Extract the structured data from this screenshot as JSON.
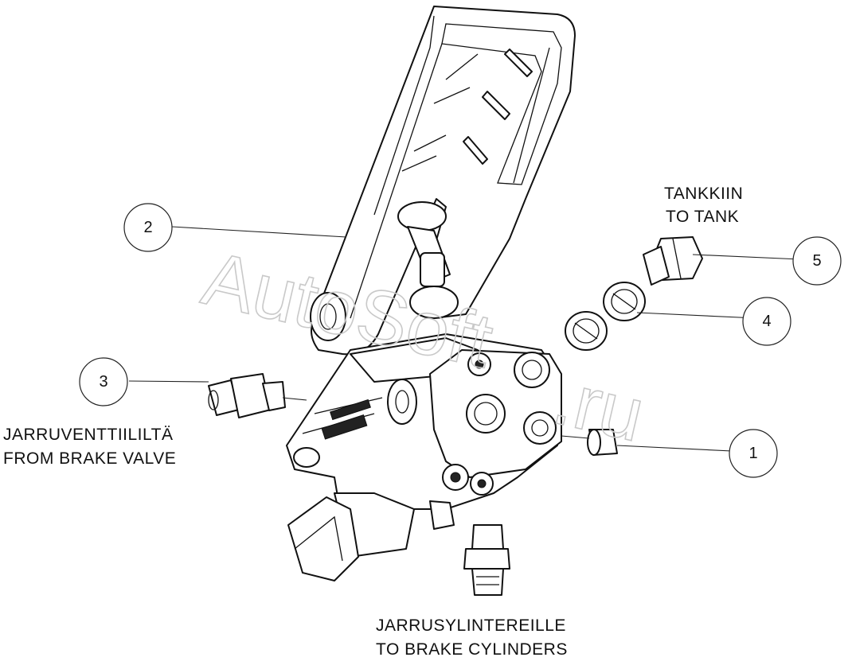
{
  "callouts": [
    {
      "num": "1"
    },
    {
      "num": "2"
    },
    {
      "num": "3"
    },
    {
      "num": "4"
    },
    {
      "num": "5"
    }
  ],
  "labels": {
    "to_tank_fi": "TANKKIIN",
    "to_tank_en": "TO TANK",
    "from_valve_fi": "JARRUVENTTIILILTÄ",
    "from_valve_en": "FROM BRAKE VALVE",
    "to_cyl_fi": "JARRUSYLINTEREILLE",
    "to_cyl_en": "TO BRAKE CYLINDERS"
  },
  "watermark": {
    "text1": "AutoSoft",
    "text2": ".ru"
  }
}
